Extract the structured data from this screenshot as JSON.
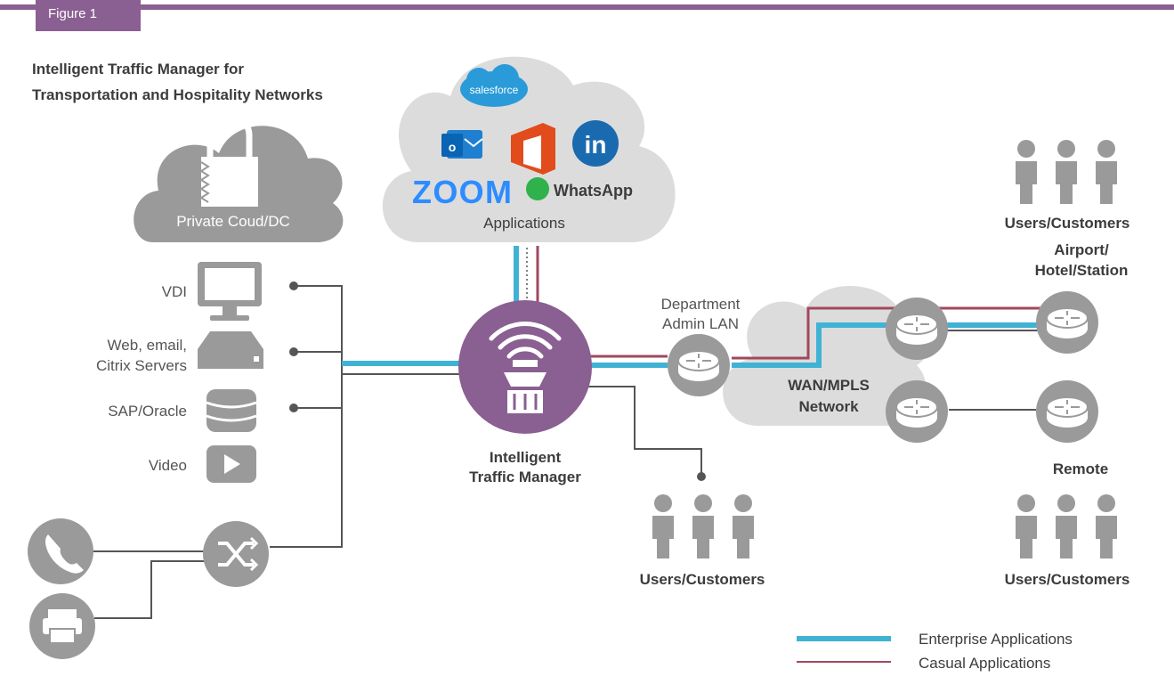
{
  "figure_tab": "Figure 1",
  "title_line1": "Intelligent Traffic Manager for",
  "title_line2": "Transportation and Hospitality Networks",
  "private_cloud_label": "Private Coud/DC",
  "applications_label": "Applications",
  "app_brands": [
    "salesforce",
    "ZOOM",
    "WhatsApp"
  ],
  "servers": [
    "VDI",
    "Web, email,",
    "Citrix Servers",
    "SAP/Oracle",
    "Video"
  ],
  "manager_label_line1": "Intelligent",
  "manager_label_line2": "Traffic Manager",
  "dept_label_line1": "Department",
  "dept_label_line2": "Admin LAN",
  "wan_label_line1": "WAN/MPLS",
  "wan_label_line2": "Network",
  "users_label": "Users/Customers",
  "site_label_line1": "Airport/",
  "site_label_line2": "Hotel/Station",
  "remote_label": "Remote",
  "legend": [
    {
      "label": "Enterprise Applications",
      "color": "#40b2d3"
    },
    {
      "label": "Casual Applications",
      "color": "#a2475e"
    }
  ],
  "colors": {
    "purple": "#8a5f92",
    "blue": "#40b2d3",
    "maroon": "#a2475e",
    "gray": "#9a9a9a",
    "line": "#555555"
  }
}
